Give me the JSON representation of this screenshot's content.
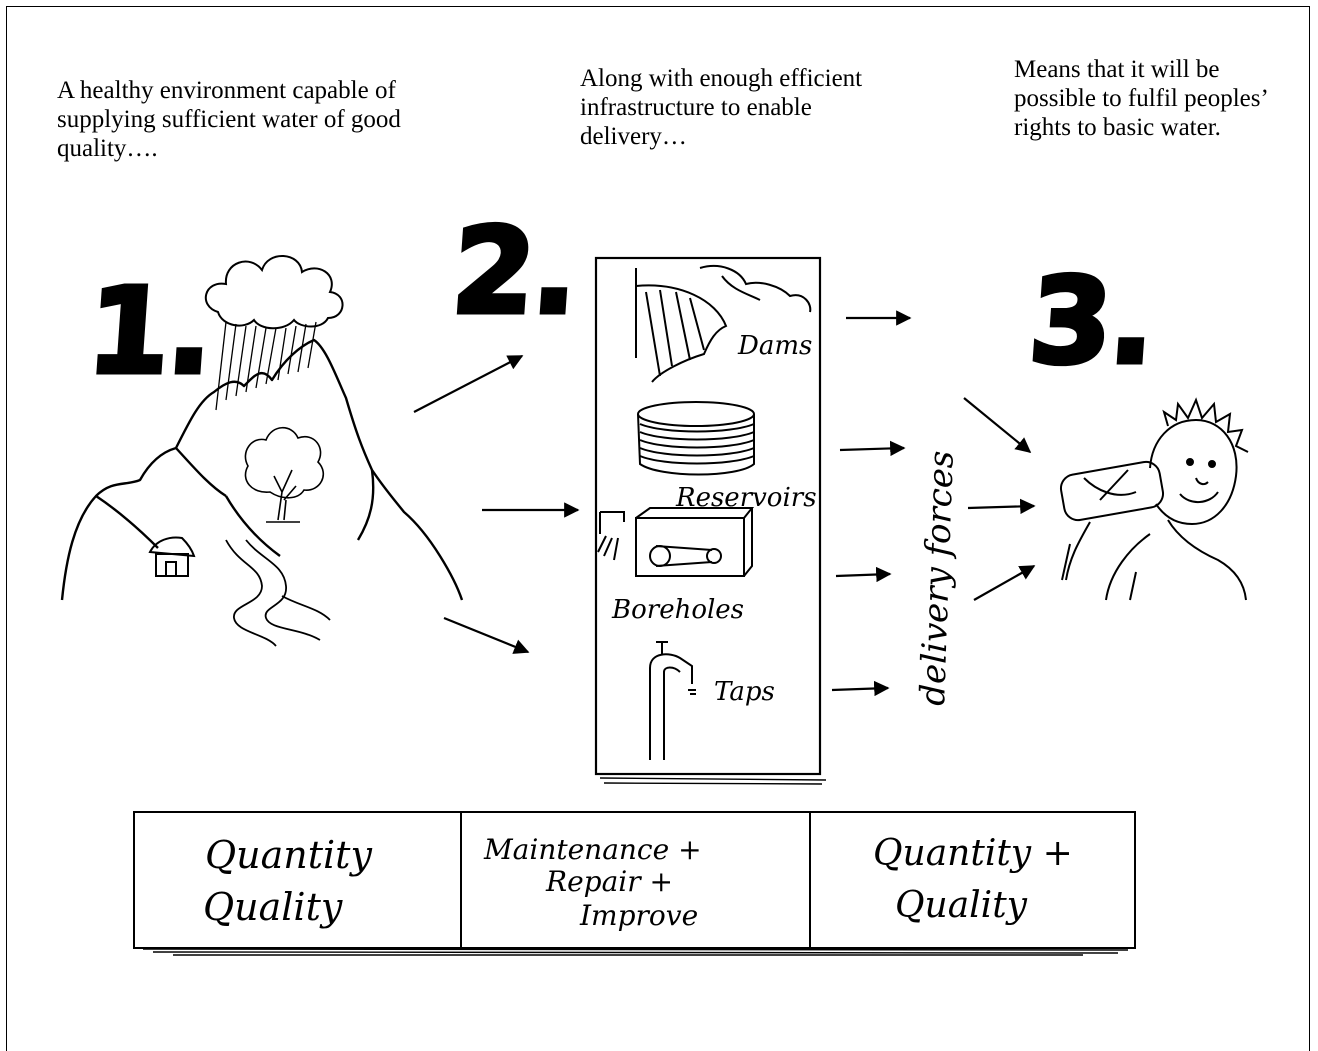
{
  "captions": {
    "step1": "A healthy environment capable of supplying sufficient water of good quality….",
    "step2": "Along with enough efficient infrastructure to enable delivery…",
    "step3": "Means that it will be possible to fulfil peoples’ rights to basic water."
  },
  "numbers": {
    "step1": "1.",
    "step2": "2.",
    "step3": "3."
  },
  "infrastructure": {
    "dams": "Dams",
    "reservoirs": "Reservoirs",
    "boreholes": "Boreholes",
    "taps": "Taps"
  },
  "delivery_label": "delivery forces",
  "table": {
    "col1": {
      "line1": "Quantity",
      "line2": "Quality"
    },
    "col2": {
      "line1": "Maintenance +",
      "line2": "Repair +",
      "line3": "Improve"
    },
    "col3": {
      "line1": "Quantity +",
      "line2": "Quality"
    }
  }
}
